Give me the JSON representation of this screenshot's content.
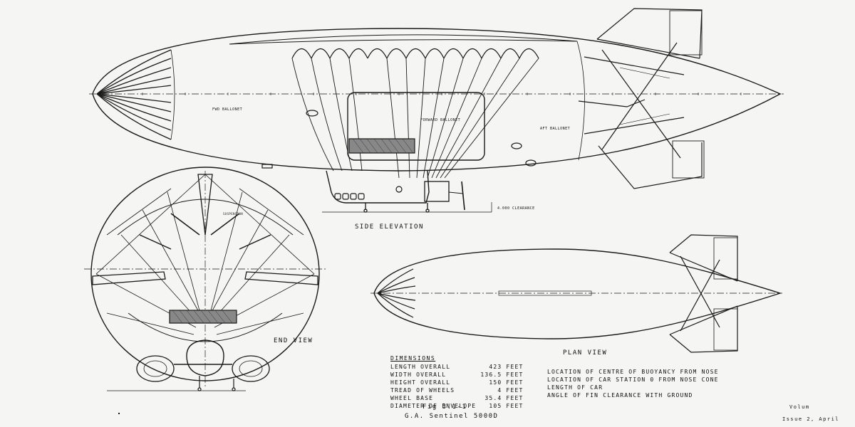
{
  "views": {
    "side_elevation": "SIDE ELEVATION",
    "end_view": "END VIEW",
    "plan_view": "PLAN VIEW",
    "fwd_ballonet": "FWD BALLONET",
    "forward_ballonet": "FORWARD BALLONET",
    "aft_ballonet": "AFT BALLONET",
    "clearance": "4.000 CLEARANCE",
    "suspension": "SUSPENSION"
  },
  "dimensions": {
    "title": "DIMENSIONS",
    "rows": [
      {
        "label": "LENGTH OVERALL",
        "value": "423 FEET"
      },
      {
        "label": "WIDTH OVERALL",
        "value": "136.5 FEET"
      },
      {
        "label": "HEIGHT OVERALL",
        "value": "150 FEET"
      },
      {
        "label": "TREAD OF WHEELS",
        "value": "4 FEET"
      },
      {
        "label": "WHEEL BASE",
        "value": "35.4 FEET"
      },
      {
        "label": "DIAMETER OF ENVELOPE",
        "value": "105 FEET"
      }
    ],
    "extra": [
      "LOCATION OF CENTRE OF BUOYANCY FROM NOSE",
      "LOCATION OF CAR STATION 0 FROM NOSE CONE",
      "LENGTH OF CAR",
      "ANGLE OF FIN CLEARANCE WITH GROUND"
    ]
  },
  "caption": {
    "fig": "Fig 3.1-1",
    "title": "G.A. Sentinel 5000D"
  },
  "footer": {
    "volume": "Volum",
    "issue": "Issue 2, April"
  }
}
